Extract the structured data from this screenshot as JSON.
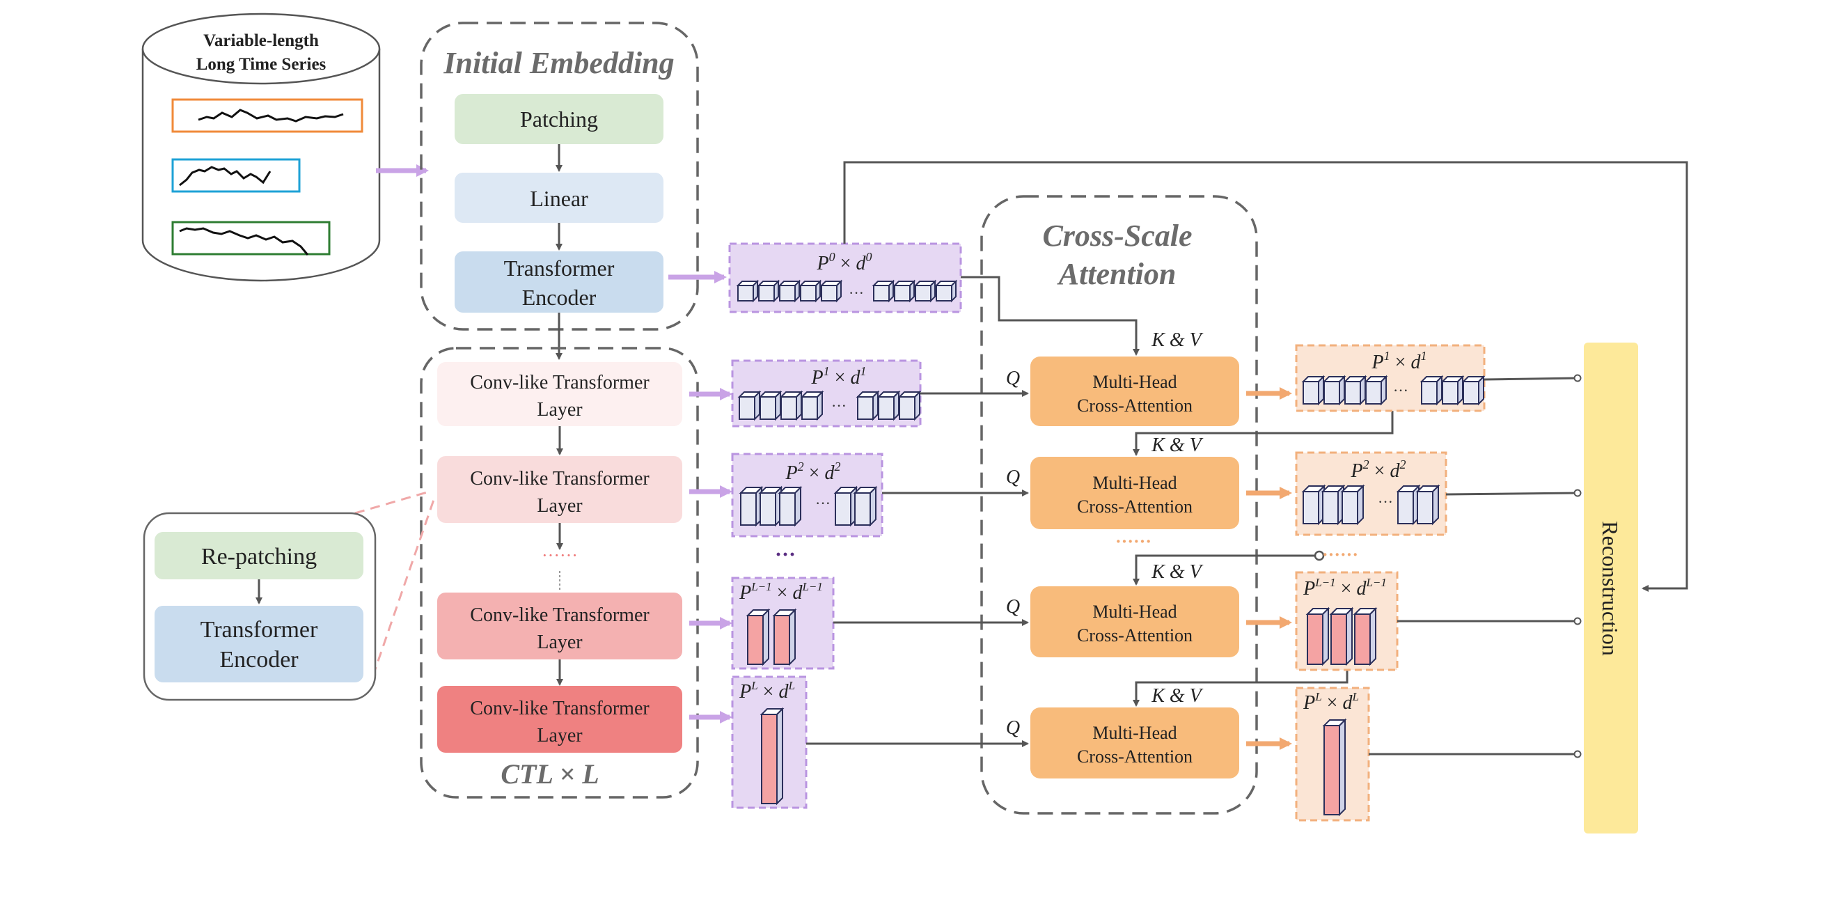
{
  "colors": {
    "patching": "#d9ead3",
    "linear": "#dde8f4",
    "encoder": "#c9dcee",
    "ctl_1": "#fdf0f0",
    "ctl_2": "#f9dcdc",
    "ctl_3": "#f4b1b1",
    "ctl_4": "#ef8181",
    "attn": "#f8bb7b",
    "purple_fill": "#e6d8f3",
    "purple_border": "#b994e0",
    "orange_fill": "#fbe5d5",
    "orange_border": "#f2b07d",
    "recon": "#fde99a",
    "arrow_purple": "#c9a3e6",
    "arrow_orange": "#f2a870",
    "line": "#555555",
    "dash_pink": "#f0a8a8",
    "series_orange": "#f08a3a",
    "series_blue": "#1ea2d6",
    "series_green": "#2e7d32",
    "cube_light": "#e7e9f4",
    "cube_pink": "#f4a3a3"
  },
  "database": {
    "line1": "Variable-length",
    "line2": "Long Time Series"
  },
  "initial_embedding": {
    "title": "Initial Embedding",
    "patching": "Patching",
    "linear": "Linear",
    "encoder_line1": "Transformer",
    "encoder_line2": "Encoder"
  },
  "ctl": {
    "layer_line1": "Conv-like Transformer",
    "layer_line2": "Layer",
    "dots": "······",
    "footer": "CTL × L"
  },
  "zoom": {
    "repatching": "Re-patching",
    "encoder_line1": "Transformer",
    "encoder_line2": "Encoder"
  },
  "cross_scale": {
    "title_line1": "Cross-Scale",
    "title_line2": "Attention",
    "block_line1": "Multi-Head",
    "block_line2": "Cross-Attention",
    "q_label": "Q",
    "kv_label": "K & V",
    "dots": "······"
  },
  "features": {
    "p0": {
      "P": "P",
      "P_sup": "0",
      "d": "d",
      "d_sup": "0"
    },
    "p1": {
      "P": "P",
      "P_sup": "1",
      "d": "d",
      "d_sup": "1"
    },
    "p2": {
      "P": "P",
      "P_sup": "2",
      "d": "d",
      "d_sup": "2"
    },
    "pL1": {
      "P": "P",
      "P_sup": "L−1",
      "d": "d",
      "d_sup": "L−1"
    },
    "pL": {
      "P": "P",
      "P_sup": "L",
      "d": "d",
      "d_sup": "L"
    },
    "times": "×",
    "ellipsis": "···",
    "vdots": "···"
  },
  "reconstruction": "Reconstruction"
}
